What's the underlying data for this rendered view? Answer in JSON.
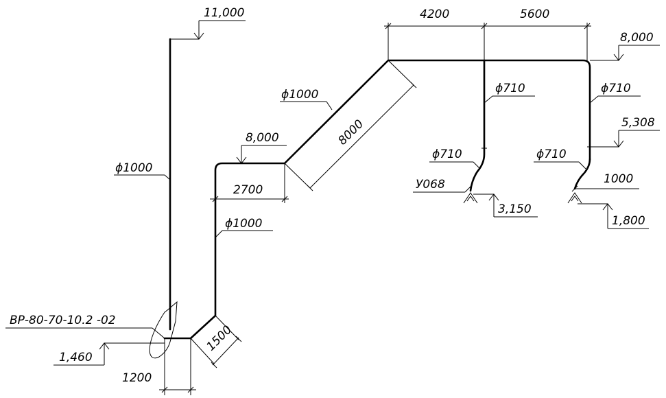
{
  "labels": {
    "elev_11000": "11,000",
    "elev_8000_right": "8,000",
    "elev_8000_left": "8,000",
    "elev_5308": "5,308",
    "elev_3150": "3,150",
    "elev_1800": "1,800",
    "elev_1460": "1,460",
    "dim_4200": "4200",
    "dim_5600": "5600",
    "dim_2700": "2700",
    "dim_8000_diag": "8000",
    "dim_1500": "1500",
    "dim_1200": "1200",
    "dim_1000": "1000",
    "d1000_left": "ϕ1000",
    "d1000_upper": "ϕ1000",
    "d1000_lower": "ϕ1000",
    "d710_a": "ϕ710",
    "d710_b": "ϕ710",
    "d710_c": "ϕ710",
    "d710_d": "ϕ710",
    "u068": "У068",
    "fan": "ВР-80-70-10.2 -02"
  }
}
